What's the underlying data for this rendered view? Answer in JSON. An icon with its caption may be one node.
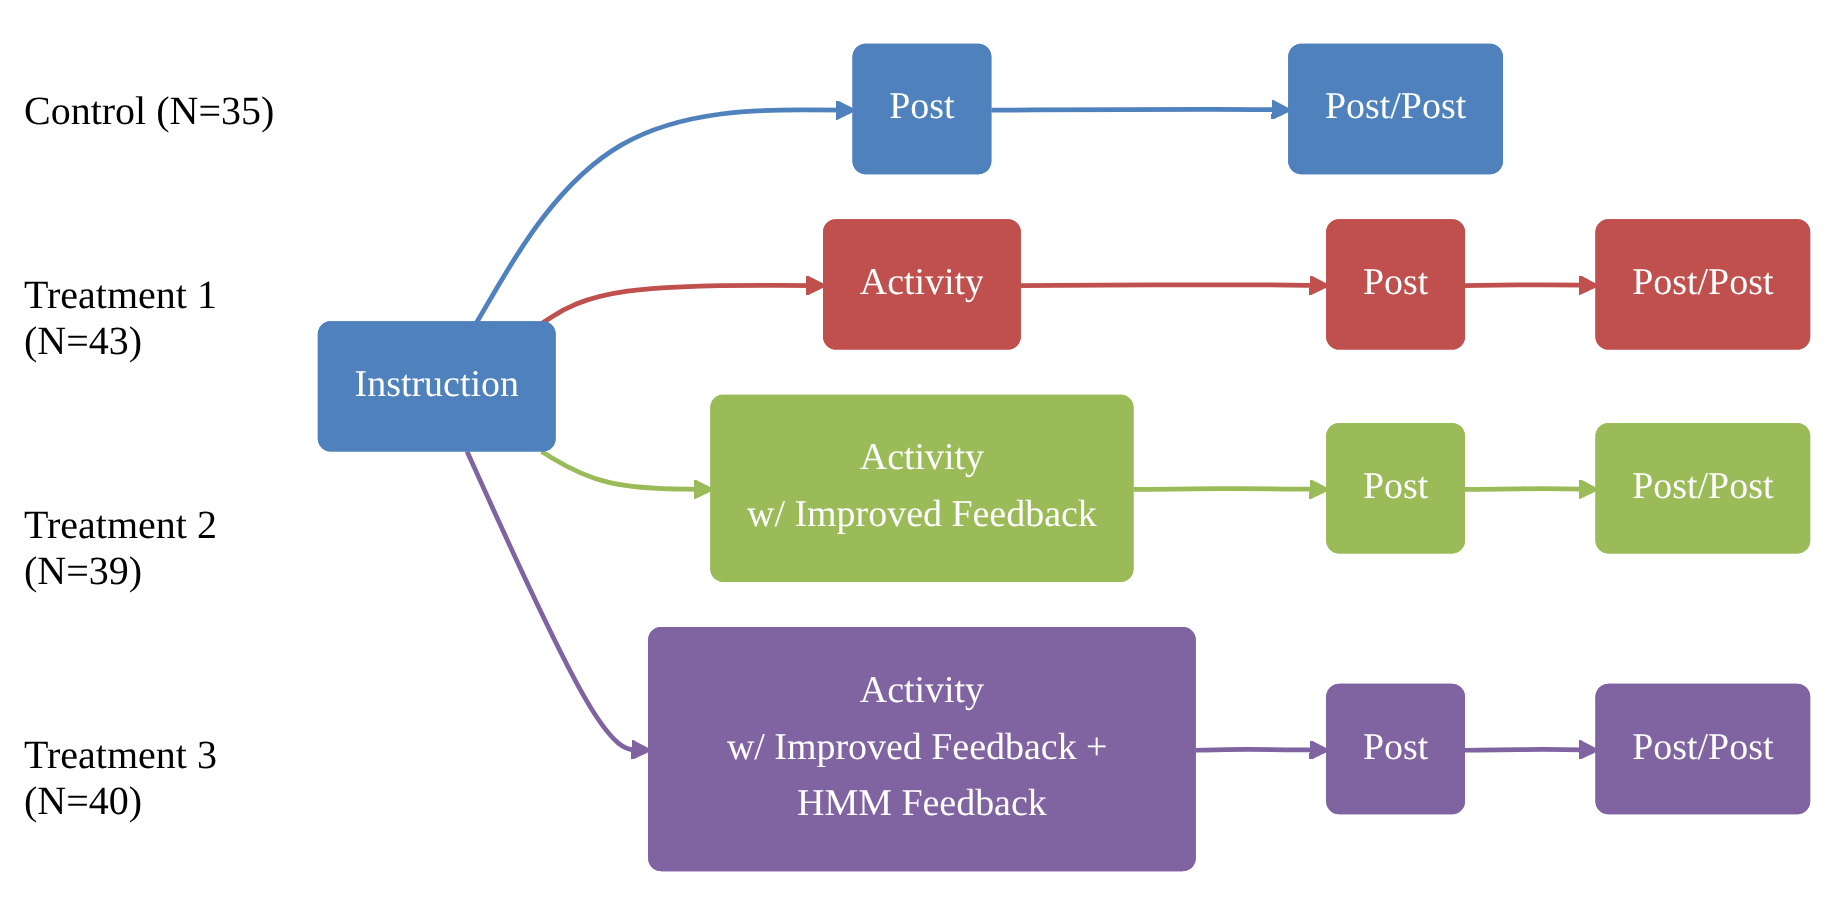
{
  "diagram": {
    "nodes": [
      {
        "text": [
          "Instruction"
        ]
      },
      {
        "text": [
          "Post"
        ]
      },
      {
        "text": [
          "Post/Post"
        ]
      },
      {
        "text": [
          "Activity"
        ]
      },
      {
        "text": [
          "Post"
        ]
      },
      {
        "text": [
          "Post/Post"
        ]
      },
      {
        "text": [
          "Activity",
          "w/ Improved Feedback"
        ]
      },
      {
        "text": [
          "Post"
        ]
      },
      {
        "text": [
          "Post/Post"
        ]
      },
      {
        "text": [
          "Activity",
          "w/ Improved Feedback + HMM Feedback"
        ]
      },
      {
        "text": [
          "Post"
        ]
      },
      {
        "text": [
          "Post/Post"
        ]
      }
    ],
    "edges": [
      {
        "from": 0,
        "to": 1,
        "arrow": "to",
        "color": "#4f81bd"
      },
      {
        "from": 1,
        "to": 2,
        "arrow": "to",
        "color": "#4f81bd"
      },
      {
        "from": 0,
        "to": 3,
        "arrow": "to",
        "color": "#c0504d"
      },
      {
        "from": 3,
        "to": 4,
        "arrow": "to",
        "color": "#c0504d"
      },
      {
        "from": 4,
        "to": 5,
        "arrow": "to",
        "color": "#c0504d"
      },
      {
        "from": 0,
        "to": 6,
        "arrow": "to",
        "color": "#9bbb59"
      },
      {
        "from": 6,
        "to": 7,
        "arrow": "to",
        "color": "#9bbb59"
      },
      {
        "from": 7,
        "to": 8,
        "arrow": "to",
        "color": "#9bbb59"
      },
      {
        "from": 0,
        "to": 9,
        "arrow": "to",
        "color": "#8064a2"
      },
      {
        "from": 9,
        "to": 10,
        "arrow": "to",
        "color": "#8064a2"
      },
      {
        "from": 10,
        "to": 11,
        "arrow": "to",
        "color": "#8064a2"
      }
    ],
    "labels": [
      "Control (N=35)",
      "Treatment 1 (N=43)",
      "Treatment 2 (N=39)",
      "Treatment 3 (N=40)"
    ]
  }
}
